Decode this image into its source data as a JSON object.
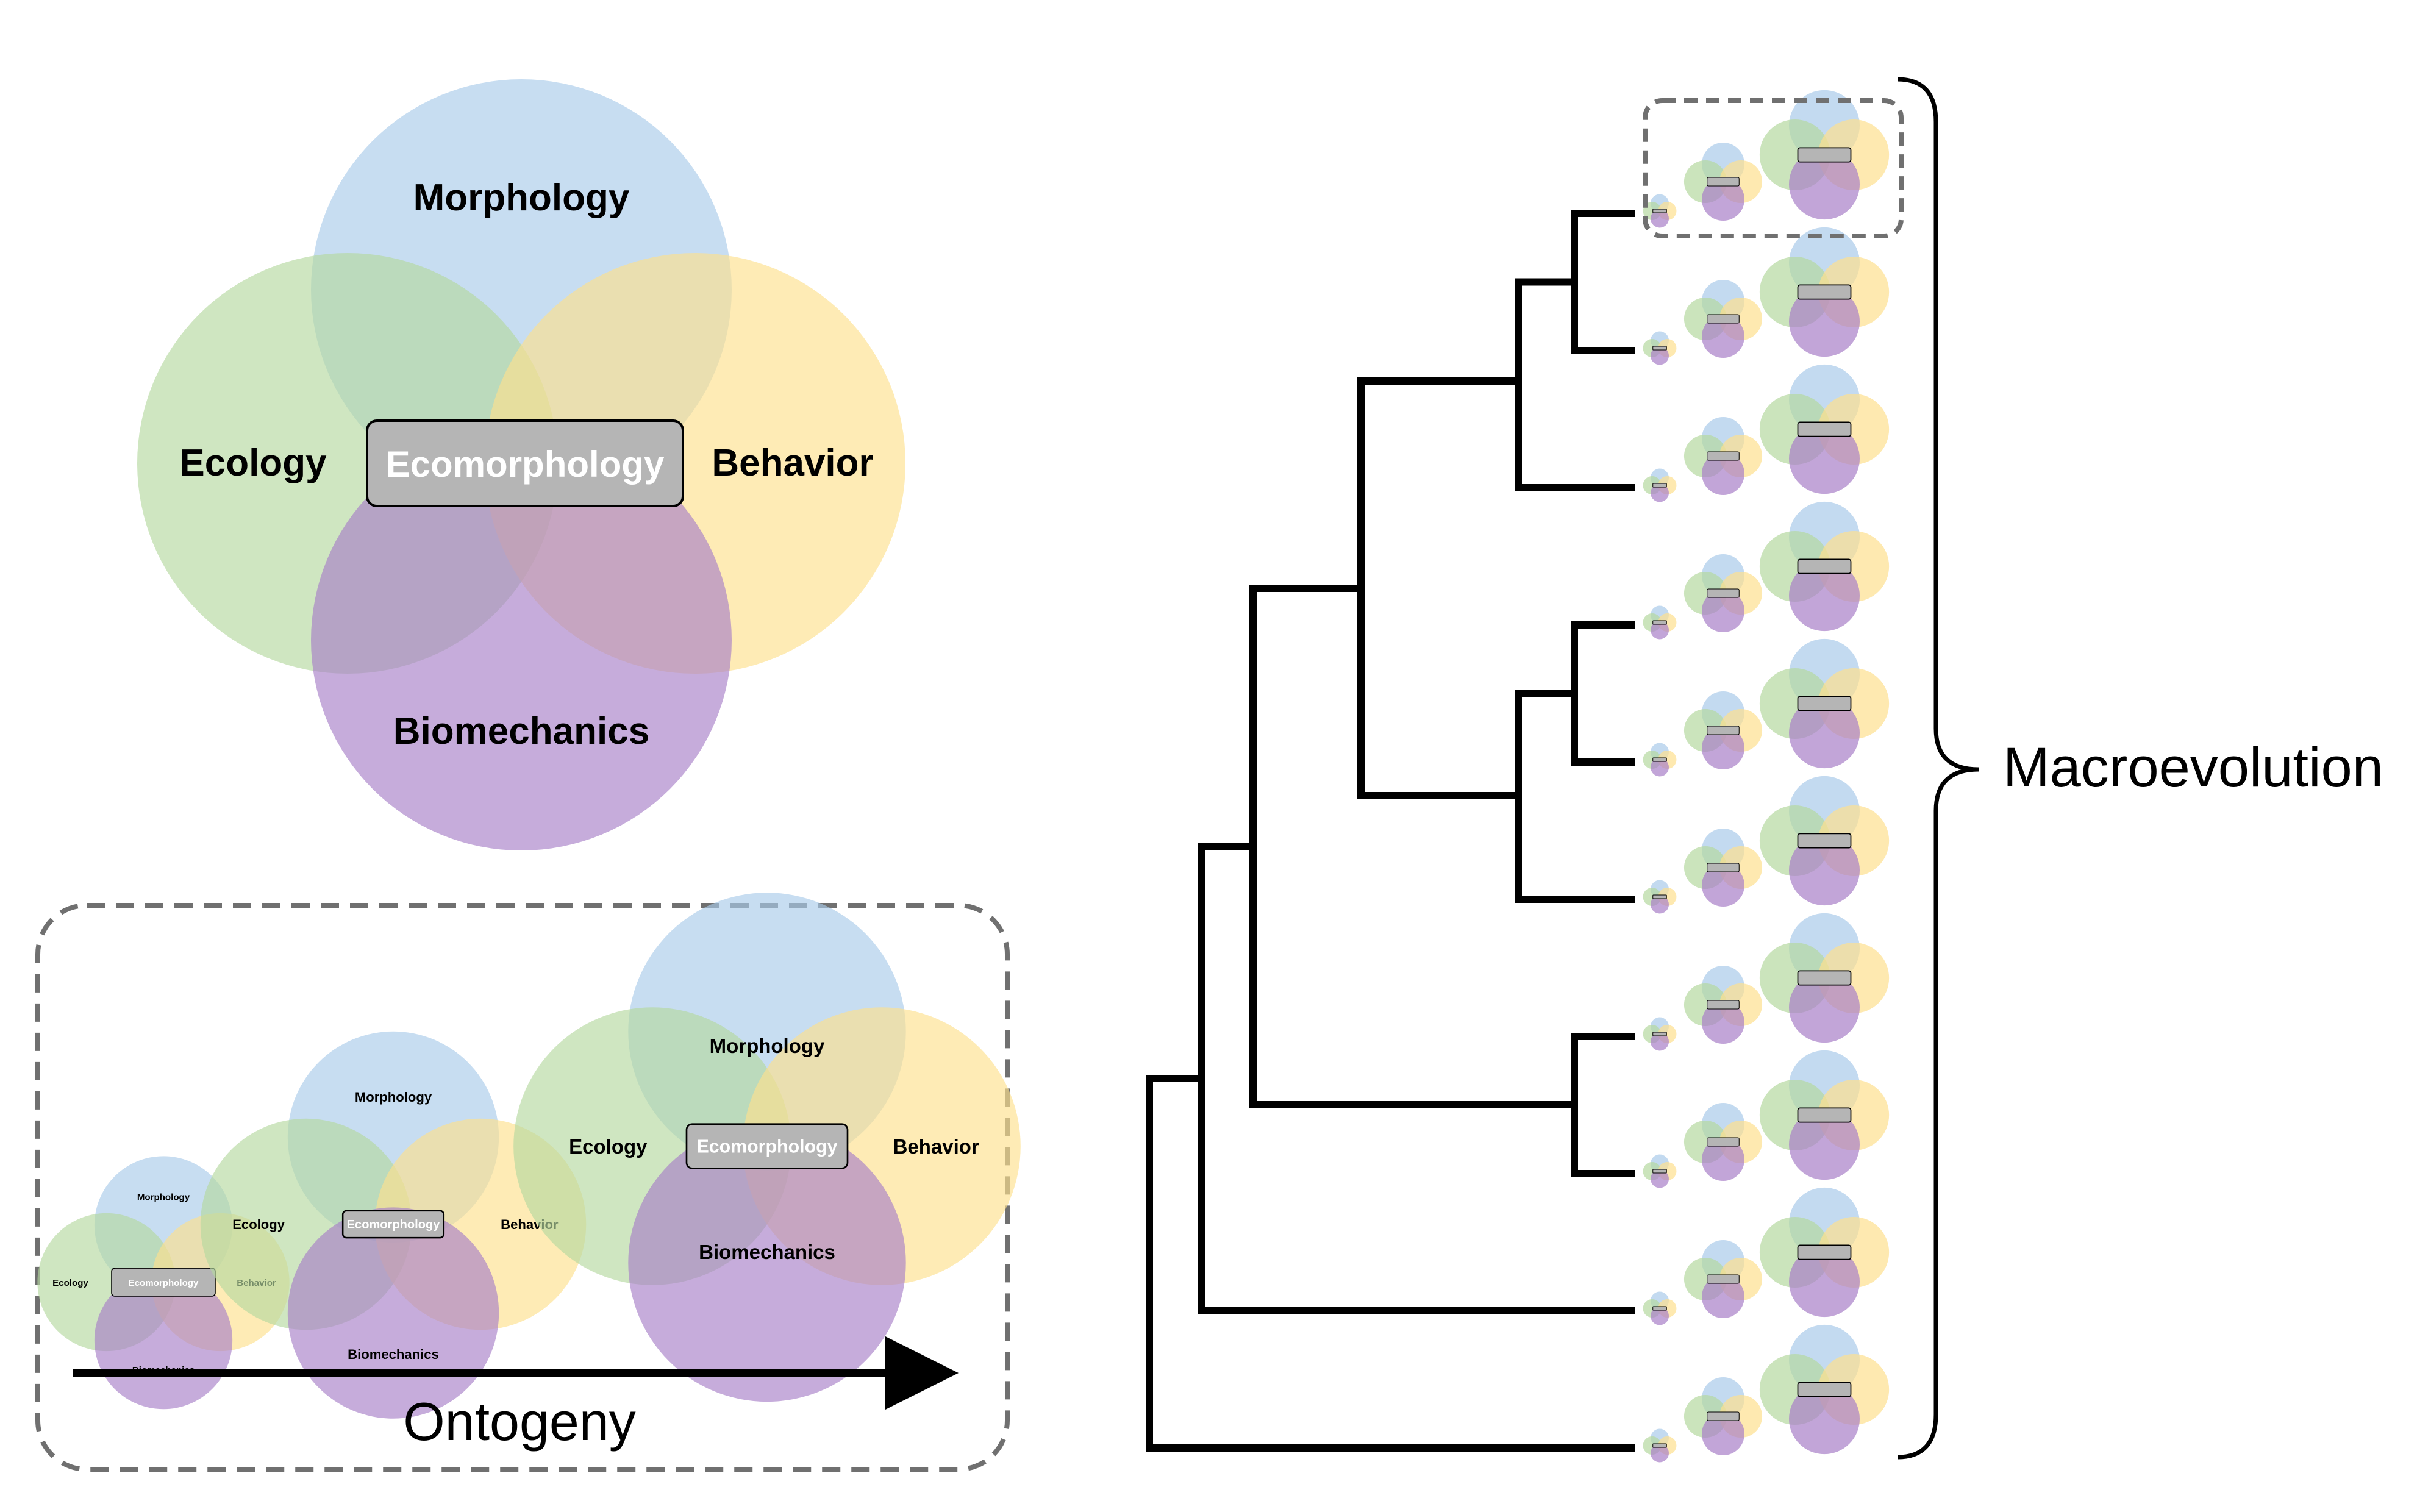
{
  "venn": {
    "top": "Morphology",
    "left": "Ecology",
    "right": "Behavior",
    "bottom": "Biomechanics",
    "center": "Ecomorphology"
  },
  "ontogeny": {
    "label": "Ontogeny"
  },
  "macroevolution": {
    "label": "Macroevolution"
  },
  "colors": {
    "morphology": "#a9cbea",
    "ecology": "#b5d9a0",
    "behavior": "#fde08e",
    "biomechanics": "#a87fc8",
    "center_box": "#b5b5b5",
    "center_text": "#ffffff",
    "dashed_box": "#707070",
    "lines": "#000000"
  },
  "tree": {
    "tip_count": 10
  }
}
